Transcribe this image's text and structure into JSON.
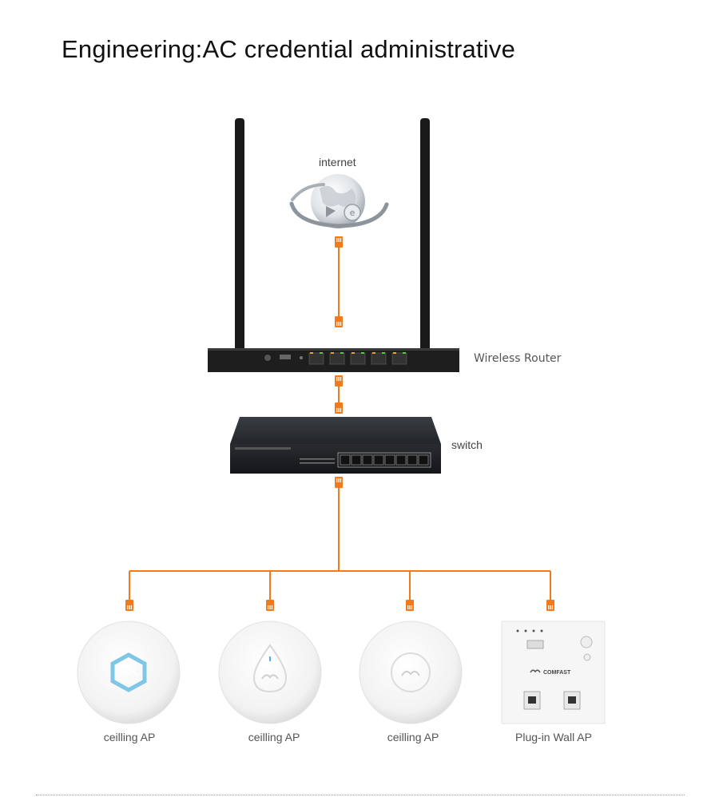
{
  "title": "Engineering:AC credential administrative",
  "nodes": {
    "internet": "internet",
    "router": "Wireless Router",
    "switch": "switch"
  },
  "access_points": [
    {
      "label": "ceilling AP"
    },
    {
      "label": "ceilling AP"
    },
    {
      "label": "ceilling AP"
    },
    {
      "label": "Plug-in Wall AP"
    }
  ],
  "wall_ap_brand": "COMFAST",
  "colors": {
    "cable": "#f07a1c",
    "device_dark": "#1c1c1c",
    "ap_body": "#f4f4f4",
    "hex_logo": "#7fc7e6"
  }
}
